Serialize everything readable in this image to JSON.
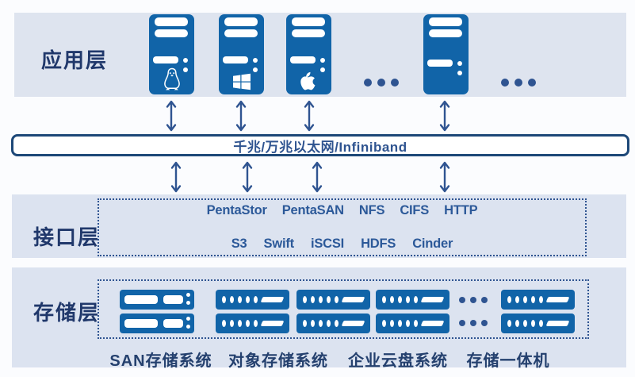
{
  "colors": {
    "band_bg": "#dce3f0",
    "device_blue": "#1164a8",
    "navy_label": "#20386b",
    "protocol_blue": "#2c5999",
    "arrow_blue": "#2f5491",
    "bar_border": "#1d4878"
  },
  "app_layer": {
    "label": "应用层",
    "servers": [
      {
        "os": "linux"
      },
      {
        "os": "windows"
      },
      {
        "os": "apple"
      },
      {
        "os": "generic"
      }
    ]
  },
  "network_bar": {
    "label": "千兆/万兆以太网/Infiniband"
  },
  "interface_layer": {
    "label": "接口层",
    "protocols_row1": [
      "PentaStor",
      "PentaSAN",
      "NFS",
      "CIFS",
      "HTTP"
    ],
    "protocols_row2": [
      "S3",
      "Swift",
      "iSCSI",
      "HDFS",
      "Cinder"
    ]
  },
  "storage_layer": {
    "label": "存储层",
    "group_labels": [
      "SAN存储系统",
      "对象存储系统",
      "企业云盘系统",
      "存储一体机"
    ]
  }
}
